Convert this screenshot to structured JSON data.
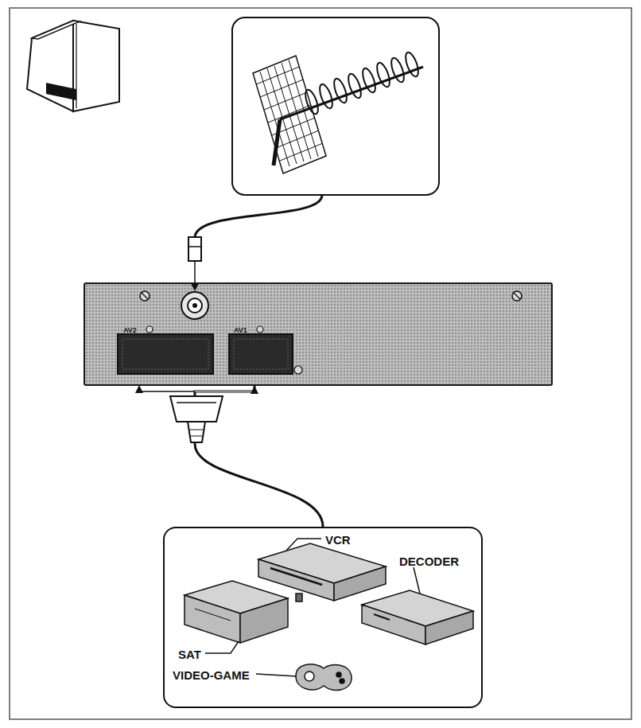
{
  "diagram": {
    "nodes": [
      {
        "text": [
          "AV2",
          "AV1"
        ]
      },
      {
        "text": [
          "VCR",
          "DECODER",
          "SAT",
          "VIDEO-GAME"
        ]
      }
    ],
    "edges": [
      {
        "from": 1,
        "to": 0,
        "arrow": "to"
      }
    ]
  }
}
